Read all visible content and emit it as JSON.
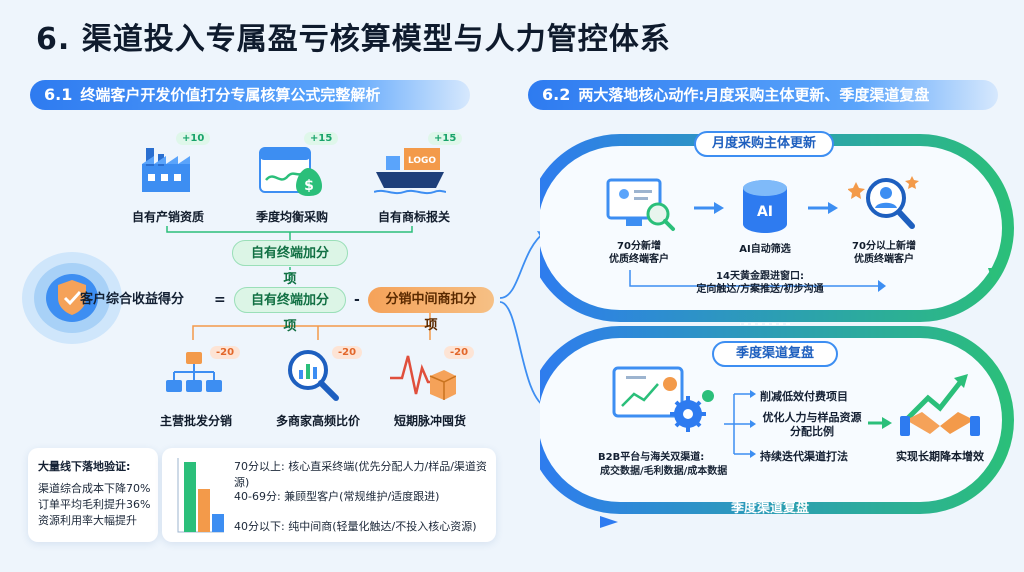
{
  "title": "6. 渠道投入专属盈亏核算模型与人力管控体系",
  "left": {
    "num": "6.1",
    "heading": "终端客户开发价值打分专属核算公式完整解析",
    "plus_items": [
      {
        "label": "自有产销资质",
        "badge": "+10",
        "icon": "factory-icon"
      },
      {
        "label": "季度均衡采购",
        "badge": "+15",
        "icon": "calendar-money-icon"
      },
      {
        "label": "自有商标报关",
        "badge": "+15",
        "icon": "cargo-ship-icon"
      }
    ],
    "plus_group": "自有终端加分项",
    "logo_text": "LOGO",
    "formula": {
      "result": "客户综合收益得分",
      "eq": "=",
      "plus": "自有终端加分项",
      "minus_sign": "-",
      "minus": "分销中间商扣分项"
    },
    "minus_items": [
      {
        "label": "主营批发分销",
        "badge": "-20",
        "icon": "org-chart-icon"
      },
      {
        "label": "多商家高频比价",
        "badge": "-20",
        "icon": "magnifier-chart-icon"
      },
      {
        "label": "短期脉冲囤货",
        "badge": "-20",
        "icon": "pulse-box-icon"
      }
    ],
    "validation": {
      "title": "大量线下落地验证:",
      "lines": [
        "渠道综合成本下降70%",
        "订单平均毛利提升36%",
        "资源利用率大幅提升"
      ]
    },
    "tiers": [
      {
        "label": "70分以上: 核心直采终端(优先分配人力/样品/渠道资源)",
        "level": 1.0,
        "color": "#2bbf7a"
      },
      {
        "label": "40-69分: 兼顾型客户(常规维护/适度跟进)",
        "level": 0.62,
        "color": "#f39a4a"
      },
      {
        "label": "40分以下: 纯中间商(轻量化触达/不投入核心资源)",
        "level": 0.25,
        "color": "#3d8ef2"
      }
    ]
  },
  "right": {
    "num": "6.2",
    "heading": "两大落地核心动作:月度采购主体更新、季度渠道复盘",
    "monthly": {
      "title": "月度采购主体更新",
      "steps": [
        {
          "label": "70分新增\n优质终端客户",
          "icon": "monitor-search-icon"
        },
        {
          "label": "AI自动筛选",
          "icon": "ai-database-icon"
        },
        {
          "label": "70分以上新增\n优质终端客户",
          "icon": "star-user-icon"
        }
      ],
      "ai_text": "AI",
      "window": "14天黄金跟进窗口:\n定向触达/方案推送/初步沟通"
    },
    "quarterly": {
      "title": "季度渠道复盘",
      "bottom_title": "季度渠道复盘",
      "source": "B2B平台与海关双渠道:",
      "source_sub": "成交数据/毛利数据/成本数据",
      "actions": [
        "削减低效付费项目",
        "优化人力与样品资源\n分配比例",
        "持续迭代渠道打法"
      ],
      "result": "实现长期降本增效"
    }
  },
  "colors": {
    "blue": "#3d8ef2",
    "green": "#2bbf7a",
    "orange": "#f39a4a"
  }
}
